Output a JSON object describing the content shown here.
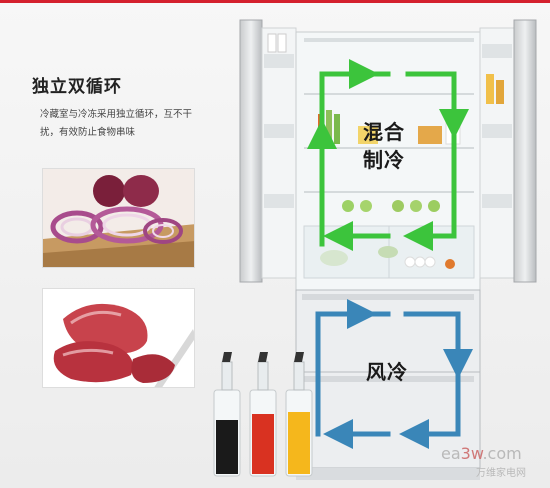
{
  "feature": {
    "heading": "独立双循环",
    "desc_line1": "冷藏室与冷冻采用独立循环，互不干",
    "desc_line2": "扰，有效防止食物串味"
  },
  "fridge_labels": {
    "mixed_line1": "混合",
    "mixed_line2": "制冷",
    "fan": "风冷"
  },
  "watermark": {
    "site_prefix": "ea",
    "site_accent": "3w",
    "site_suffix": ".com",
    "site_cn": "万维家电网"
  },
  "colors": {
    "accent_bar": "#d4202e",
    "fridge_arrow": "#3cc43c",
    "freezer_arrow": "#3a86b8"
  }
}
